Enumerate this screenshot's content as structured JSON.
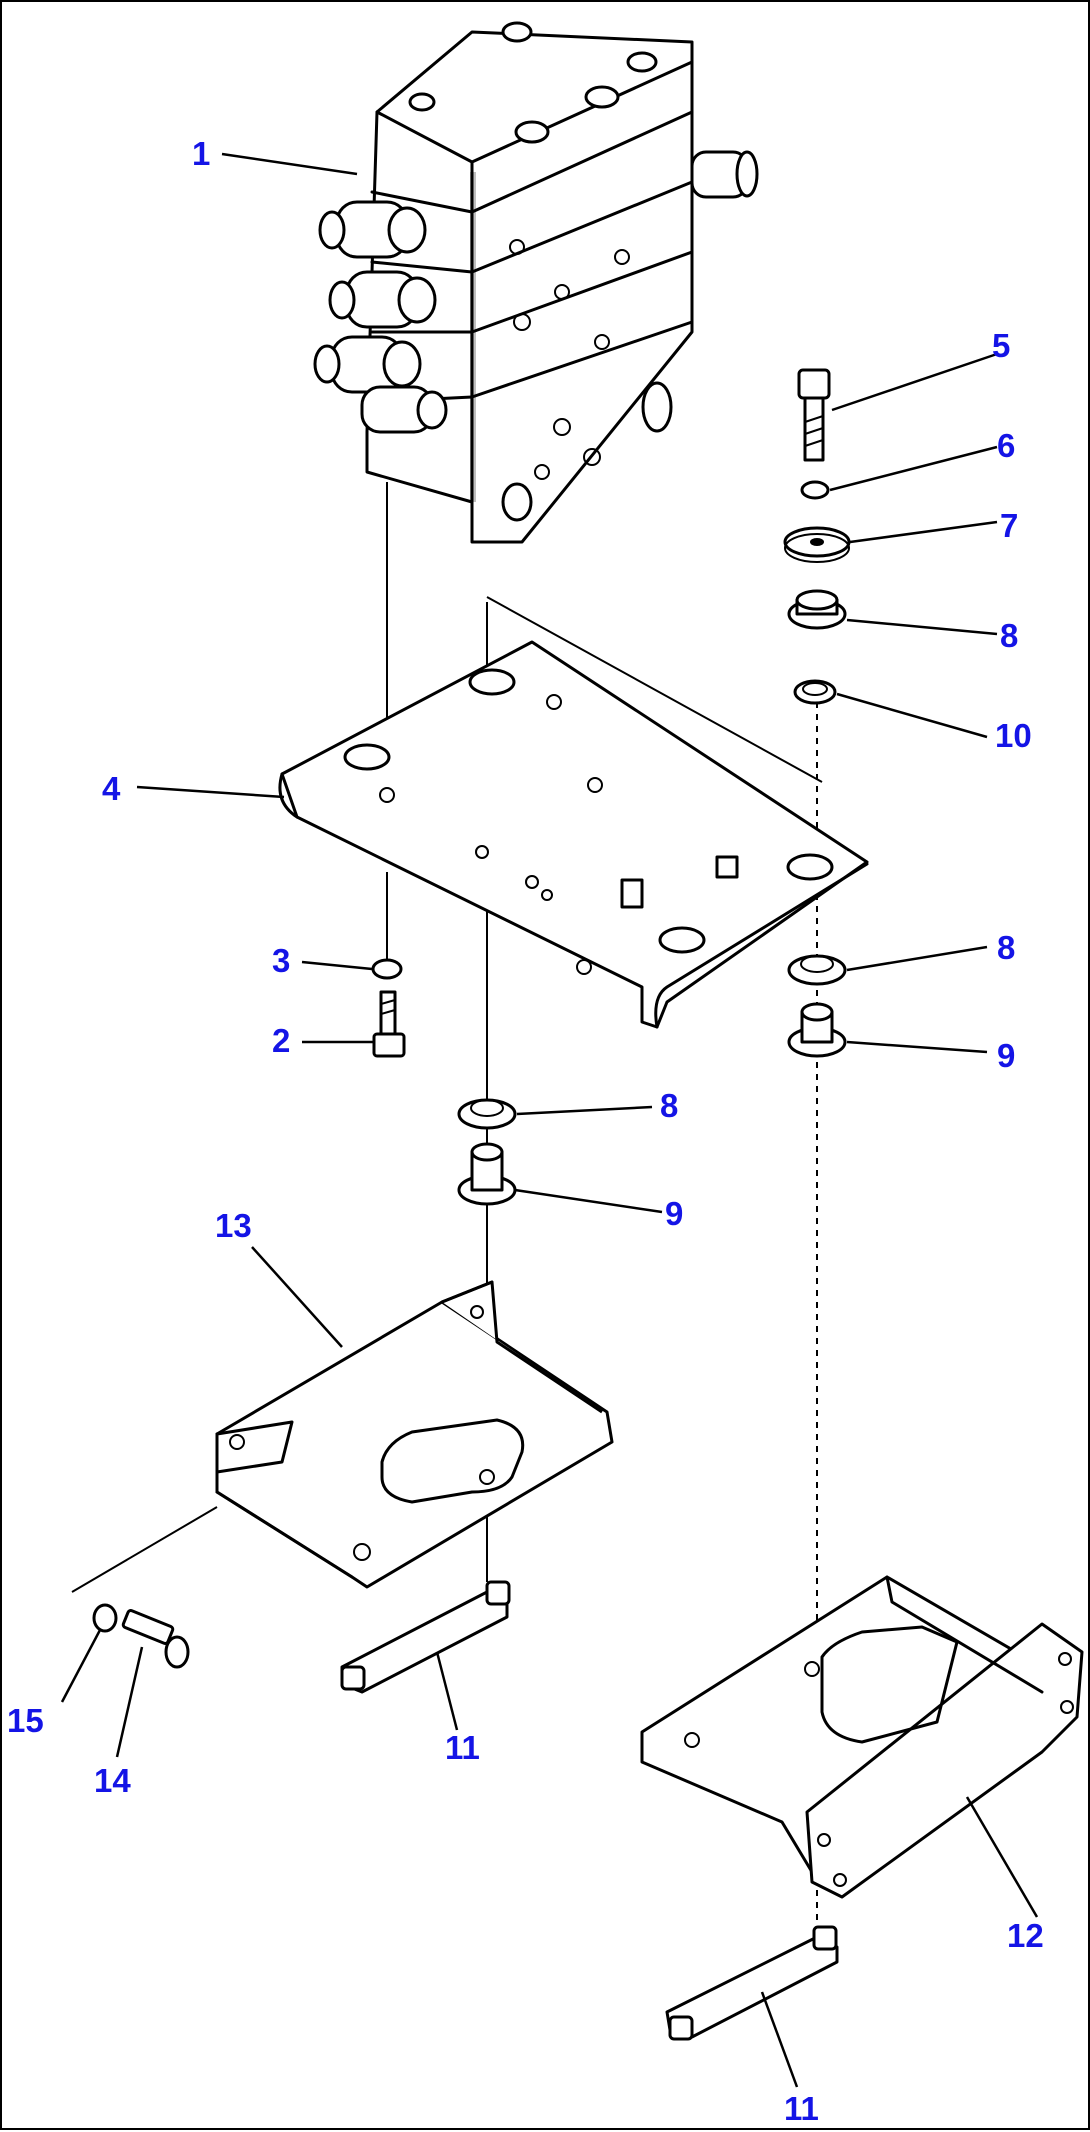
{
  "callouts": {
    "c1": "1",
    "c2": "2",
    "c3": "3",
    "c4": "4",
    "c5": "5",
    "c6": "6",
    "c7": "7",
    "c8a": "8",
    "c8b": "8",
    "c8c": "8",
    "c9a": "9",
    "c9b": "9",
    "c10": "10",
    "c11a": "11",
    "c11b": "11",
    "c12": "12",
    "c13": "13",
    "c14": "14",
    "c15": "15"
  },
  "colors": {
    "callout": "#1414e6",
    "ink": "#000000",
    "background": "#ffffff"
  }
}
